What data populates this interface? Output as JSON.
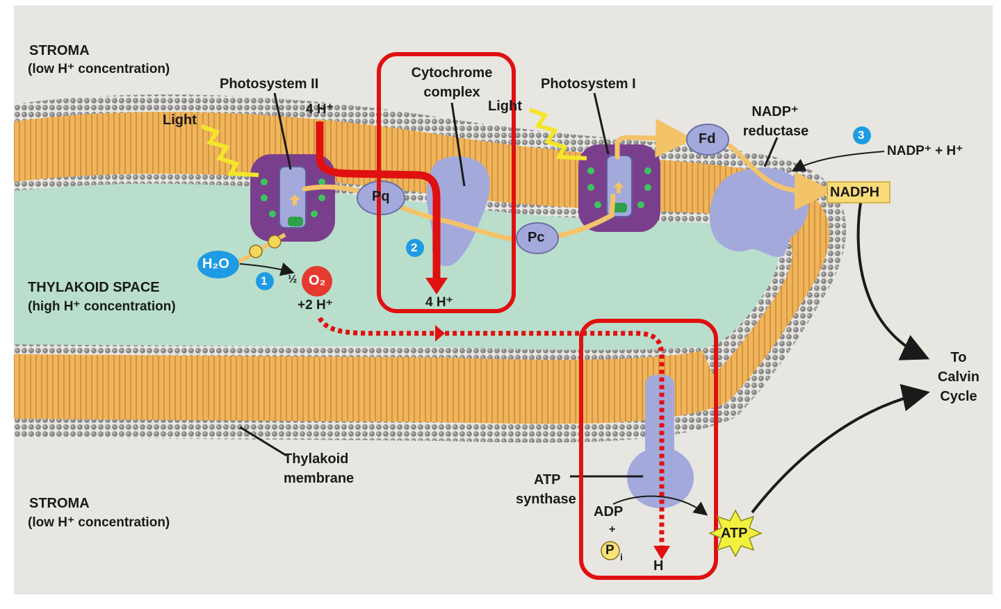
{
  "regions": {
    "stroma_top_title": "STROMA",
    "stroma_top_sub": "(low H⁺ concentration)",
    "thylakoid_space_title": "THYLAKOID SPACE",
    "thylakoid_space_sub": "(high H⁺ concentration)",
    "stroma_bottom_title": "STROMA",
    "stroma_bottom_sub": "(low H⁺ concentration)"
  },
  "complexes": {
    "photosystem_ii": "Photosystem II",
    "photosystem_i": "Photosystem I",
    "cytochrome_line1": "Cytochrome",
    "cytochrome_line2": "complex",
    "nadp_reductase_line1": "NADP⁺",
    "nadp_reductase_line2": "reductase",
    "atp_synthase_line1": "ATP",
    "atp_synthase_line2": "synthase",
    "thylakoid_membrane_line1": "Thylakoid",
    "thylakoid_membrane_line2": "membrane"
  },
  "carriers": {
    "pq": "Pq",
    "pc": "Pc",
    "fd": "Fd"
  },
  "molecules": {
    "light_1": "Light",
    "light_2": "Light",
    "h_in_top": "4 H⁺",
    "h_out_cyt": "4 H⁺",
    "h2o": "H₂O",
    "half": "½",
    "o2": "O₂",
    "plus_2h": "+2 H⁺",
    "nadp_plus_h": "NADP⁺ + H⁺",
    "nadph": "NADPH",
    "adp": "ADP",
    "plus": "+",
    "pi": "P",
    "pi_sub": "i",
    "h_bottom": "H",
    "atp": "ATP",
    "to_calvin_1": "To",
    "to_calvin_2": "Calvin",
    "to_calvin_3": "Cycle"
  },
  "steps": [
    "1",
    "2",
    "3"
  ],
  "colors": {
    "background": "#e8e6e1",
    "lumen": "#b9dfcc",
    "lipid_tail": "#f0b45a",
    "lipid_head": "#7a7a7a",
    "protein": "#a4a9dc",
    "photosystem": "#7a3f8c",
    "electron_path": "#f3c36a",
    "highlight": "#e01010",
    "step_badge": "#1e9be3",
    "nadph_box": "#f8dc7a"
  }
}
